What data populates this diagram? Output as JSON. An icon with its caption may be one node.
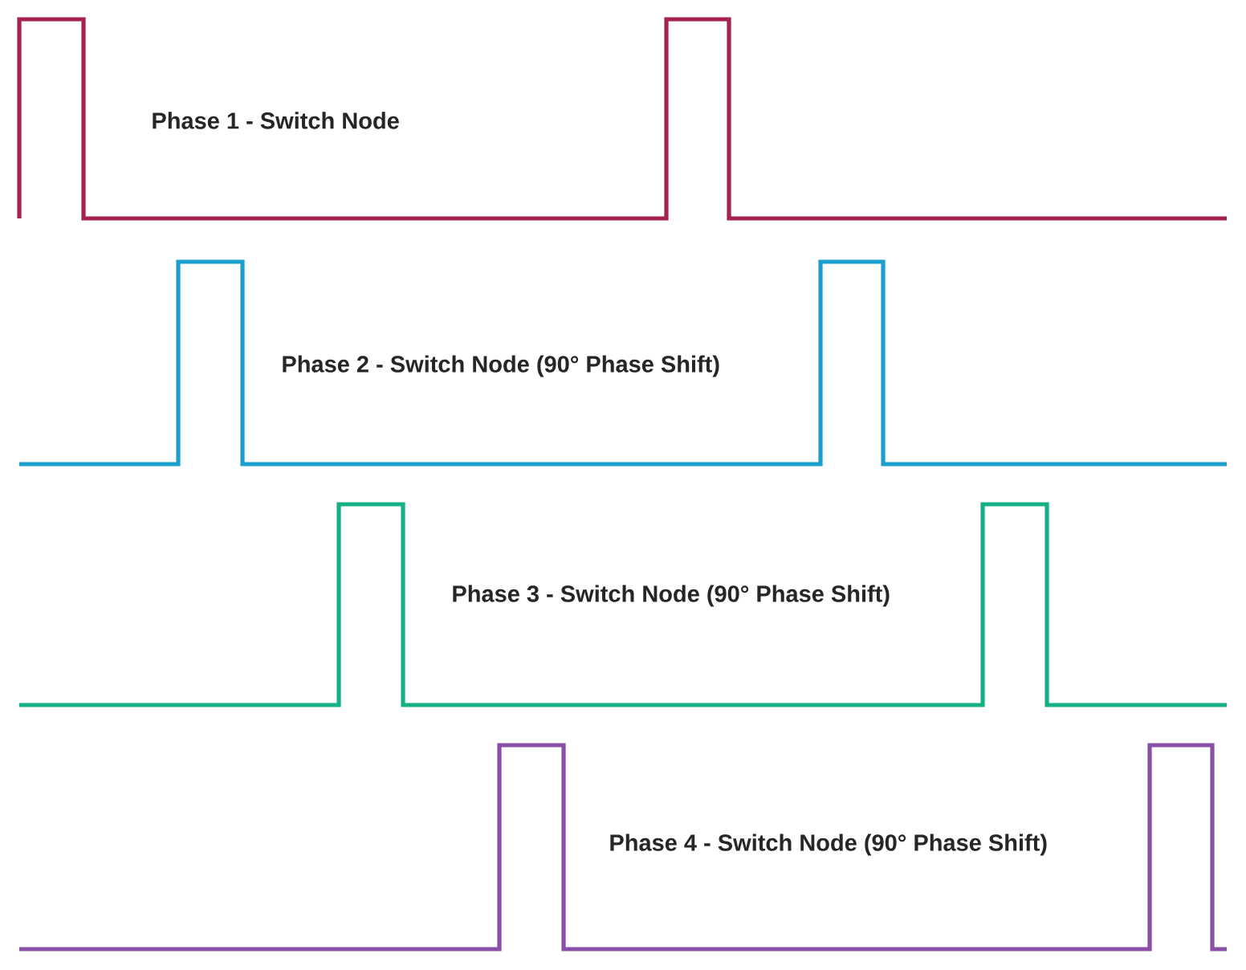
{
  "diagram": {
    "labels": [
      "Phase 1 - Switch Node",
      "Phase 2 - Switch Node (90° Phase Shift)",
      "Phase 3 - Switch Node (90° Phase Shift)",
      "Phase 4 - Switch Node (90° Phase Shift)"
    ]
  }
}
